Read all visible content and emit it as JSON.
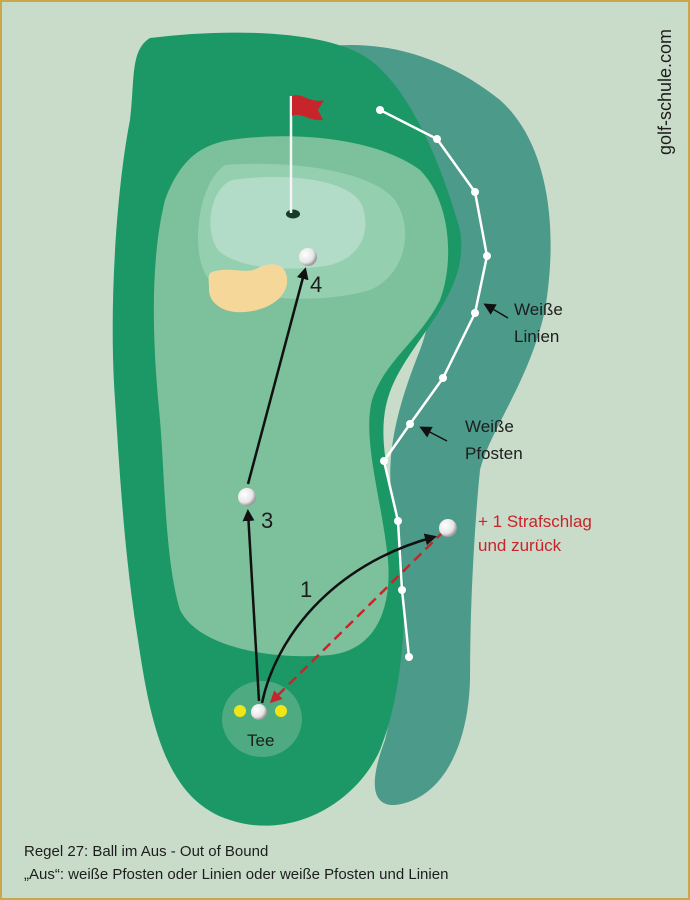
{
  "watermark": "golf-schule.com",
  "labels": {
    "white_lines_1": "Weiße",
    "white_lines_2": "Linien",
    "white_posts_1": "Weiße",
    "white_posts_2": "Pfosten",
    "penalty_1": "+ 1 Strafschlag",
    "penalty_2": "und zurück",
    "tee": "Tee",
    "stroke_1": "1",
    "stroke_3": "3",
    "stroke_4": "4"
  },
  "caption": {
    "line1": "Regel 27: Ball im Aus - Out of Bound",
    "line2": "„Aus“: weiße Pfosten oder Linien oder weiße Pfosten und Linien"
  },
  "colors": {
    "background": "#c9dcc9",
    "out_of_bounds": "#4b9a8a",
    "rough": "#1b9866",
    "fairway": "#7cc09c",
    "green": "#b2dcc8",
    "bunker": "#f5d79a",
    "flag": "#c8242b",
    "penalty_text": "#c8242b",
    "tee_markers": "#f0e616",
    "frame": "#c8a84a"
  }
}
